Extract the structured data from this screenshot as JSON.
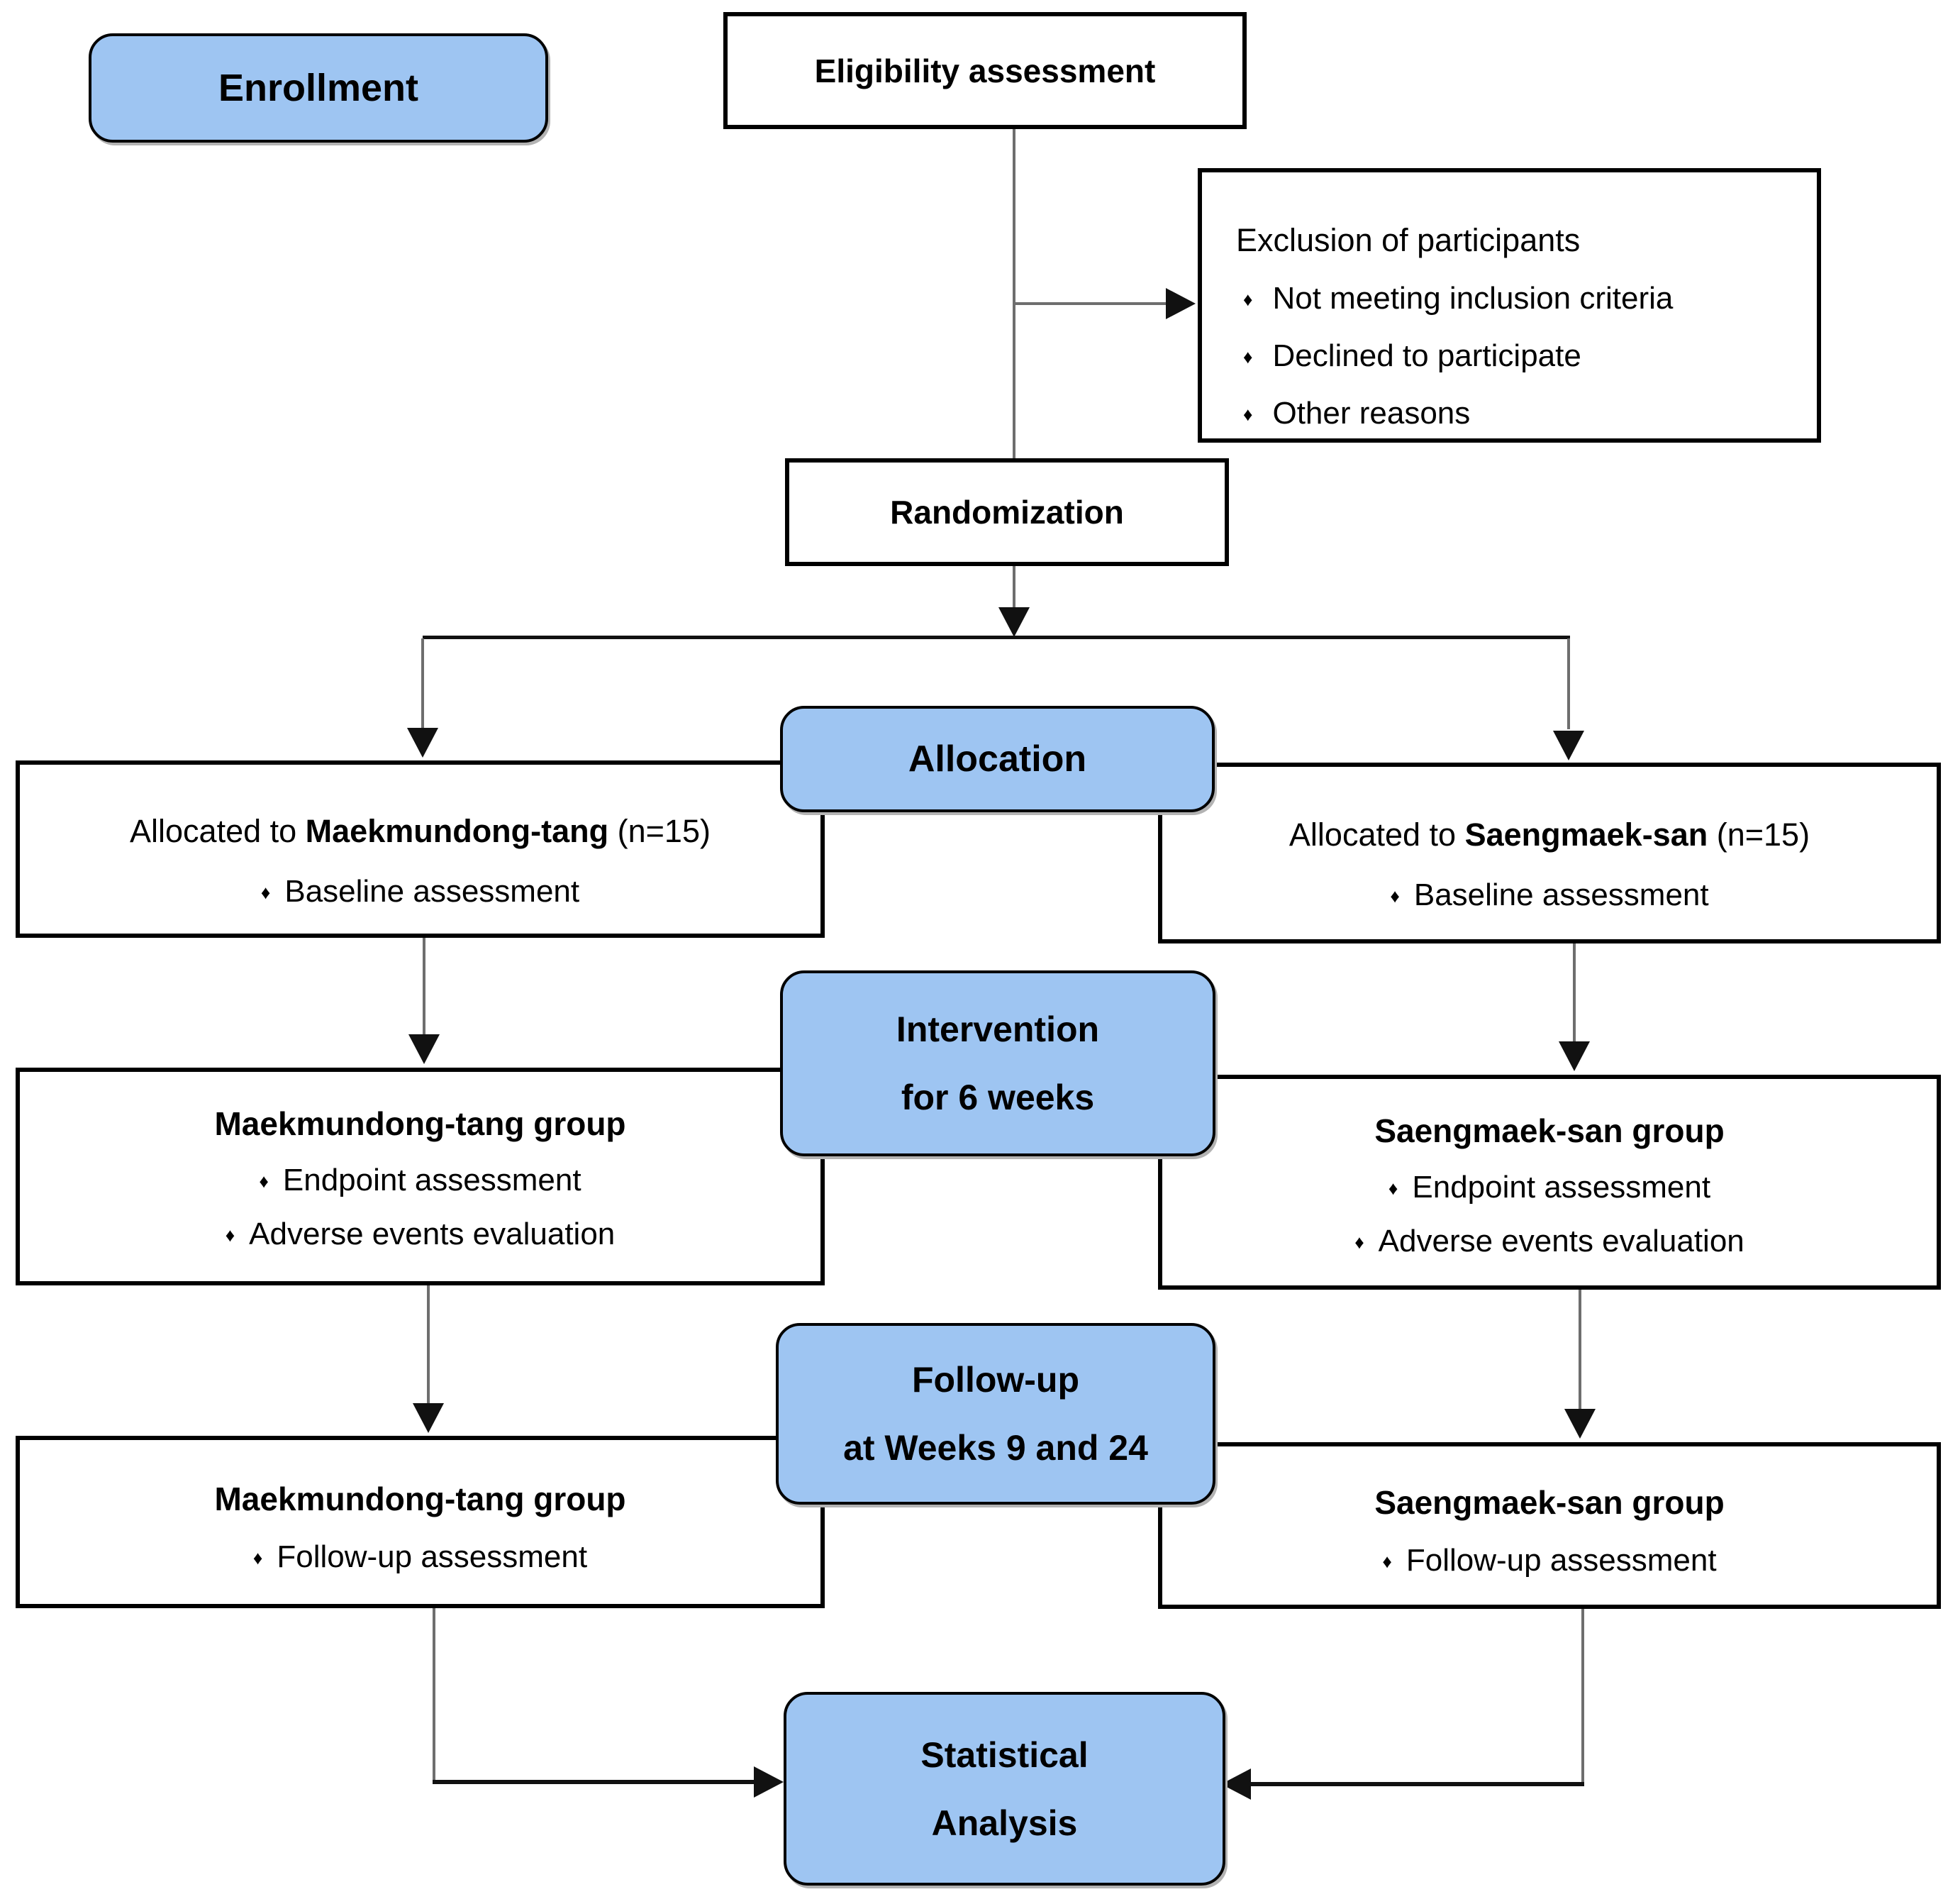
{
  "ui": {
    "bullet": "♦"
  },
  "colors": {
    "stage_fill": "#9EC5F2",
    "box_border": "#000000",
    "connector": "#6e6e6e",
    "arrow": "#111111"
  },
  "stages": {
    "enrollment": "Enrollment",
    "allocation": "Allocation",
    "intervention": [
      "Intervention",
      "for 6 weeks"
    ],
    "followup": [
      "Follow-up",
      "at Weeks 9 and 24"
    ],
    "statistical": [
      "Statistical",
      "Analysis"
    ]
  },
  "eligibility": {
    "title": "Eligibility assessment"
  },
  "exclusion": {
    "title": "Exclusion of participants",
    "bullets": [
      "Not meeting inclusion criteria",
      "Declined to participate",
      "Other reasons"
    ]
  },
  "randomization": {
    "title": "Randomization"
  },
  "allocation_left": {
    "prefix": "Allocated to ",
    "name": "Maekmundong-tang",
    "suffix": " (n=15)",
    "bullets": [
      "Baseline assessment"
    ]
  },
  "allocation_right": {
    "prefix": "Allocated to ",
    "name": "Saengmaek-san",
    "suffix": " (n=15)",
    "bullets": [
      "Baseline assessment"
    ]
  },
  "intervention_left": {
    "title": "Maekmundong-tang group",
    "bullets": [
      "Endpoint assessment",
      "Adverse events evaluation"
    ]
  },
  "intervention_right": {
    "title": "Saengmaek-san group",
    "bullets": [
      "Endpoint assessment",
      "Adverse events evaluation"
    ]
  },
  "followup_left": {
    "title": "Maekmundong-tang group",
    "bullets": [
      "Follow-up assessment"
    ]
  },
  "followup_right": {
    "title": "Saengmaek-san group",
    "bullets": [
      "Follow-up assessment"
    ]
  }
}
